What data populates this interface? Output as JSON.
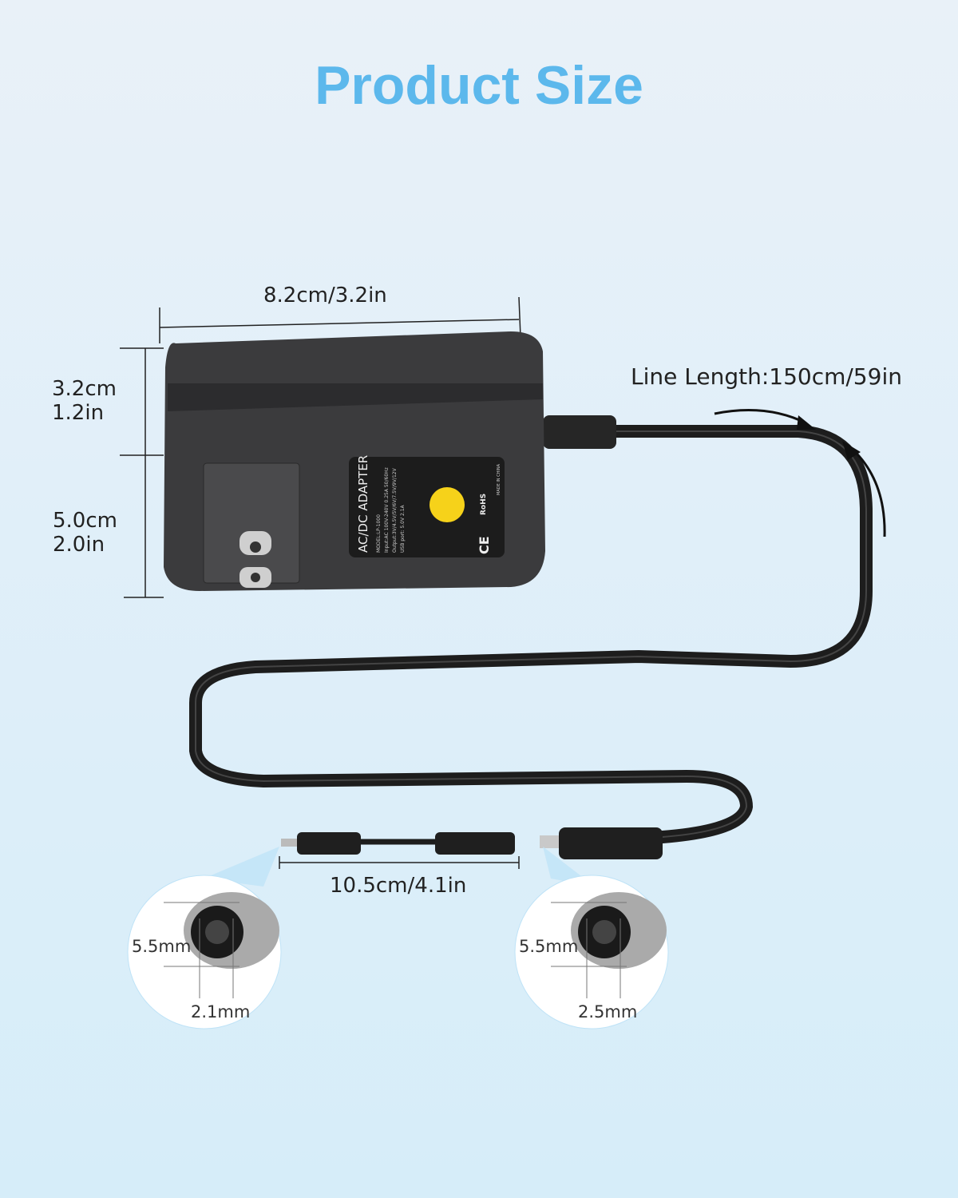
{
  "title": "Product Size",
  "colors": {
    "title": "#5cb8ec",
    "adapter": "#3a3a3c",
    "cable": "#1e1e1e",
    "plug_silver": "#c8c8c8",
    "dial": "#f6d21a"
  },
  "dimensions": {
    "width": "8.2cm/3.2in",
    "depth_cm": "3.2cm",
    "depth_in": "1.2in",
    "height_cm": "5.0cm",
    "height_in": "2.0in",
    "line_length": "Line Length:150cm/59in",
    "adapter_cable": "10.5cm/4.1in"
  },
  "connectors": [
    {
      "outer": "5.5mm",
      "inner": "2.1mm"
    },
    {
      "outer": "5.5mm",
      "inner": "2.5mm"
    }
  ],
  "product_label": {
    "name": "AC/DC ADAPTER",
    "model": "MODEL:LP-1000",
    "input": "Input:AC 100V-240V 0.25A 50/60Hz",
    "output": "Output:3V/4.5V/5V/6V/7.5V/9V/12V",
    "usb": "USB port: 5.0V 2.1A",
    "origin": "MADE IN CHINA",
    "rohs": "RoHS"
  }
}
